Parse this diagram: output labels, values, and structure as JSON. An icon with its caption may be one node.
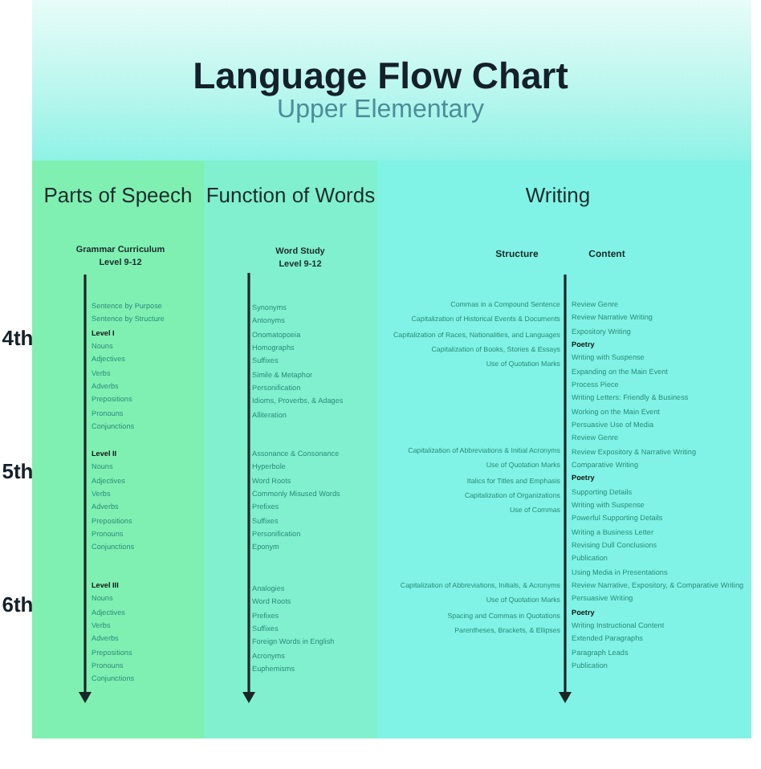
{
  "diagram": {
    "title": "Language Flow Chart",
    "nodes": [
      {
        "text": [
          "Parts of Speech",
          "Grammar Curriculum Level 9-12",
          "Sentence by Purpose",
          "Sentence by Structure",
          "Level I",
          "Nouns",
          "Adjectives",
          "Verbs",
          "Adverbs",
          "Prepositions",
          "Pronouns",
          "Conjunctions",
          "Level II",
          "Nouns",
          "Adjectives",
          "Verbs",
          "Adverbs",
          "Prepositions",
          "Pronouns",
          "Conjunctions",
          "Level III",
          "Nouns",
          "Adjectives",
          "Verbs",
          "Adverbs",
          "Prepositions",
          "Pronouns",
          "Conjunctions"
        ]
      },
      {
        "text": [
          "Function of Words",
          "Word Study Level 9-12",
          "Synonyms",
          "Antonyms",
          "Onomatopoeia",
          "Homographs",
          "Suffixes",
          "Simile & Metaphor",
          "Personification",
          "Idioms, Proverbs, & Adages",
          "Alliteration",
          "Assonance & Consonance",
          "Hyperbole",
          "Word Roots",
          "Commonly Misused Words",
          "Prefixes",
          "Suffixes",
          "Personification",
          "Eponym",
          "Analogies",
          "Word Roots",
          "Prefixes",
          "Suffixes",
          "Foreign Words in English",
          "Acronyms",
          "Euphemisms"
        ]
      },
      {
        "text": [
          "Writing",
          "Structure",
          "Commas in a Compound Sentence",
          "Capitalization of Historical Events & Documents",
          "Capitalization of Races, Nationalities, and Languages",
          "Capitalization of Books, Stories & Essays",
          "Use of Quotation Marks",
          "Capitalization of Abbreviations & Initial Acronyms",
          "Use of Quotation Marks",
          "Italics for Titles and Emphasis",
          "Capitalization of Organizations",
          "Use of Commas",
          "Capitalization of Abbreviations, Initials, & Acronyms",
          "Use of Quotation Marks",
          "Spacing and Commas in Quotations",
          "Parentheses, Brackets, & Ellipses",
          "Content",
          "Review Genre",
          "Review Narrative Writing",
          "Expository Writing",
          "Poetry",
          "Writing with Suspense",
          "Expanding on the Main Event",
          "Process Piece",
          "Writing Letters: Friendly & Business",
          "Working on the Main Event",
          "Persuasive Use of Media",
          "Review Genre",
          "Review Expository & Narrative Writing",
          "Comparative Writing",
          "Poetry",
          "Supporting Details",
          "Writing with Suspense",
          "Powerful Supporting Details",
          "Writing a Business Letter",
          "Revising Dull Conclusions",
          "Publication",
          "Using Media in Presentations",
          "Review Narrative, Expository, & Comparative Writing",
          "Persuasive Writing",
          "Poetry",
          "Writing Instructional Content",
          "Extended Paragraphs",
          "Paragraph Leads",
          "Publication"
        ]
      }
    ],
    "labels": [
      "Upper Elementary",
      "4th",
      "5th",
      "6th"
    ]
  }
}
